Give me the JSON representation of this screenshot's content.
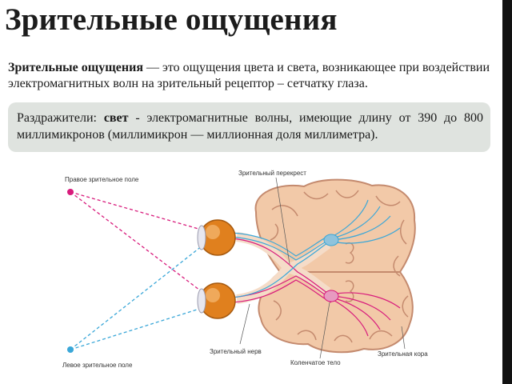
{
  "slide": {
    "title": "Зрительные ощущения",
    "definition": {
      "term": "Зрительные ощущения",
      "text": " — это ощущения цвета и света, возникающее при воздействии электромагнитных волн на зрительный рецептор – сетчатку глаза."
    },
    "stimuli": {
      "prefix": "Раздражители: ",
      "keyword": "свет",
      "text": " - электромагнитные волны, имеющие длину от 390 до 800 миллимикронов (миллимикрон — миллионная доля миллиметра)."
    }
  },
  "diagram": {
    "labels": {
      "right_visual_field": "Правое зрительное поле",
      "left_visual_field": "Левое зрительное поле",
      "optic_chiasm": "Зрительный перекрест",
      "optic_nerve": "Зрительный нерв",
      "lateral_geniculate_body": "Коленчатое тело",
      "visual_cortex": "Зрительная кора"
    },
    "colors": {
      "right_field": "#d81b7c",
      "left_field": "#3aa7d8",
      "brain": "#f2c9a8",
      "brain_outline": "#c48a6e",
      "eye": "#e0801e",
      "nerve": "#f5dcc8"
    }
  }
}
